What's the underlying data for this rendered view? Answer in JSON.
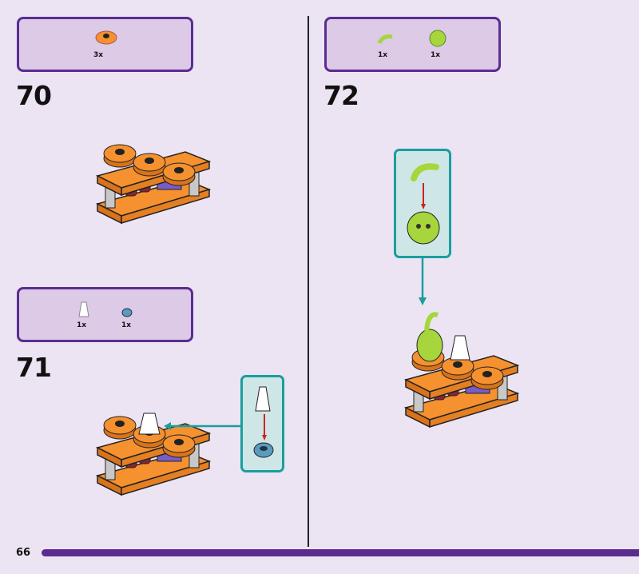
{
  "page_number": "66",
  "steps": [
    {
      "number": "70",
      "parts": [
        {
          "icon": "orange-round-tile",
          "qty": "3x"
        }
      ]
    },
    {
      "number": "71",
      "parts": [
        {
          "icon": "white-cone",
          "qty": "1x"
        },
        {
          "icon": "blue-round-plate",
          "qty": "1x"
        }
      ]
    },
    {
      "number": "72",
      "parts": [
        {
          "icon": "green-antenna",
          "qty": "1x"
        },
        {
          "icon": "green-alien-head",
          "qty": "1x"
        }
      ]
    }
  ],
  "colors": {
    "accent": "#5a2d91",
    "callout": "#1a9e9e",
    "orange": "#f5912f",
    "lime": "#a6d63c"
  }
}
